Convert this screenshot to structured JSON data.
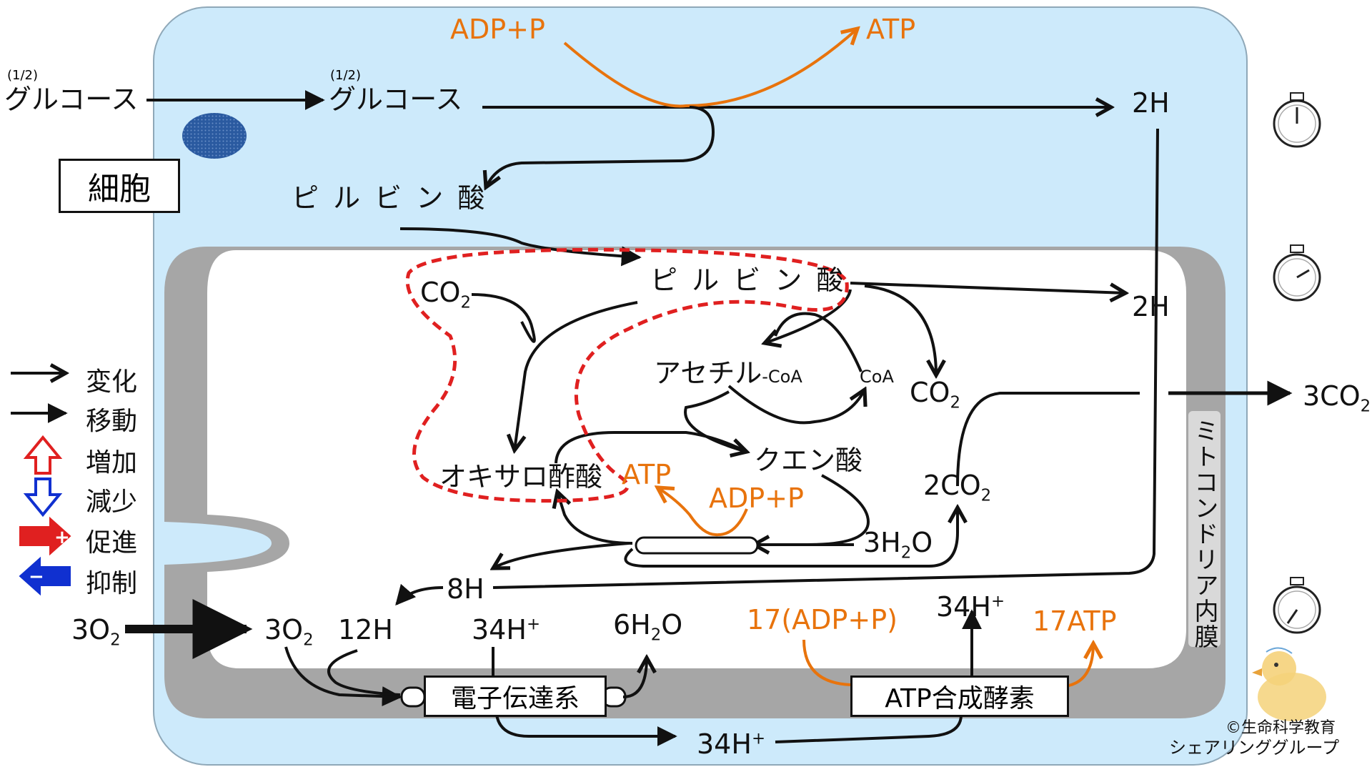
{
  "cell_label": "細胞",
  "membrane_label": "ミトコンドリア内膜",
  "glucose_outside": "グルコース",
  "glucose_outside_frac": "(1/2)",
  "glucose_inside": "グルコース",
  "glucose_inside_frac": "(1/2)",
  "pyruvate_cyto": "ピ ル ビ ン 酸",
  "pyruvate_mito": "ピ ル ビ ン 酸",
  "glyc_adp": "ADP+P",
  "glyc_atp": "ATP",
  "h2_top": "2H",
  "h2_mid": "2H",
  "co2_left": "CO",
  "co2_right": "CO",
  "co2_sub": "2",
  "acetyl": "アセチル",
  "acetyl_suffix": "-CoA",
  "coa": "CoA",
  "citric": "クエン酸",
  "oxalo": "オキサロ酢酸",
  "tca_atp": "ATP",
  "tca_adp": "ADP+P",
  "two_co2": "2CO",
  "three_h2o": "3H",
  "three_h2o_tail": "O",
  "eight_h": "8H",
  "twelve_h": "12H",
  "three_o2_out": "3O",
  "three_o2_in": "3O",
  "h34_left": "34H",
  "h34_right": "34H",
  "h34_bottom": "34H",
  "plus": "+",
  "six_h2o": "6H",
  "six_h2o_tail": "O",
  "adp17": "17(ADP+P)",
  "atp17": "17ATP",
  "three_co2": "3CO",
  "etc": "電子伝達系",
  "atp_synthase": "ATP合成酵素",
  "credit_line1": "©生命科学教育",
  "credit_line2": "シェアリンググループ",
  "legend": [
    {
      "label": "変化",
      "icon": "open-arrow-icon"
    },
    {
      "label": "移動",
      "icon": "solid-arrow-icon"
    },
    {
      "label": "増加",
      "icon": "up-arrow-icon"
    },
    {
      "label": "減少",
      "icon": "down-arrow-icon"
    },
    {
      "label": "促進",
      "icon": "promote-arrow-icon"
    },
    {
      "label": "抑制",
      "icon": "inhibit-arrow-icon"
    }
  ],
  "colors": {
    "cytoplasm": "#cdeafb",
    "membrane": "#a6a6a6",
    "orange": "#e8730c",
    "red": "#e02020",
    "blue": "#1030d0",
    "nucleus": "#2a5aa0"
  },
  "icons": [
    "stopwatch-icon",
    "stopwatch-icon",
    "stopwatch-icon",
    "chick-icon"
  ]
}
